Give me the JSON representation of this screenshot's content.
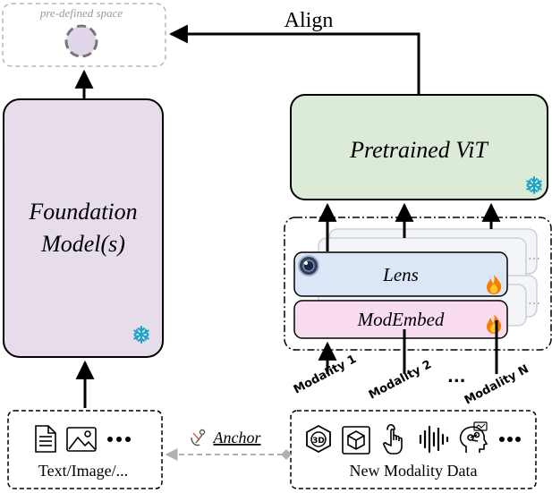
{
  "title": "",
  "predefined_space": {
    "label": "pre-defined space"
  },
  "align": {
    "label": "Align"
  },
  "foundation_model": {
    "line1": "Foundation",
    "line2": "Model(s)"
  },
  "pretrained_vit": {
    "label": "Pretrained ViT"
  },
  "lens": {
    "label": "Lens"
  },
  "modembed": {
    "label": "ModEmbed"
  },
  "modalities": {
    "m1": "Modality 1",
    "m2": "Modality 2",
    "dots": "...",
    "mn": "Modality N"
  },
  "input_left": {
    "label": "Text/Image/..."
  },
  "input_right": {
    "label": "New Modality Data"
  },
  "anchor": {
    "label": "Anchor"
  },
  "icons": {
    "frozen": "snowflake-icon",
    "trainable": "flame-icon",
    "lens": "camera-lens-icon",
    "left": [
      "document-icon",
      "image-icon",
      "ellipsis-icon"
    ],
    "right": [
      "3d-badge-icon",
      "cube-icon",
      "touch-hand-icon",
      "audio-wave-icon",
      "brain-head-icon",
      "ellipsis-icon"
    ]
  },
  "colors": {
    "foundation_fill": "#e6dcea",
    "vit_fill": "#dcebd8",
    "lens_fill": "#dbe7f7",
    "modembed_fill": "#fadcf0",
    "snowflake": "#1aa3c7",
    "flame": "#f57c00"
  }
}
